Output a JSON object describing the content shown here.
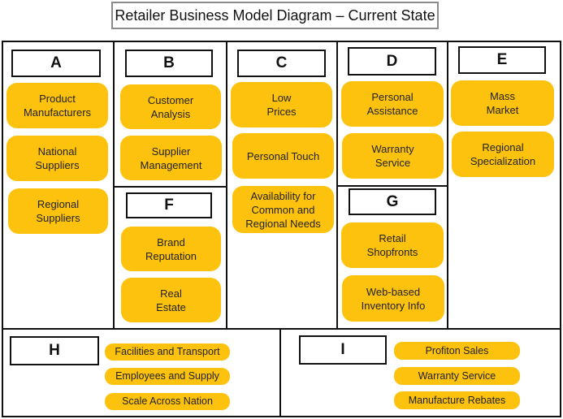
{
  "title": "Retailer Business Model Diagram – Current State",
  "blocks": {
    "A": {
      "label": "A",
      "items": [
        "Product\nManufacturers",
        "National\nSuppliers",
        "Regional\nSuppliers"
      ]
    },
    "B": {
      "label": "B",
      "items": [
        "Customer\nAnalysis",
        "Supplier\nManagement"
      ]
    },
    "C": {
      "label": "C",
      "items": [
        "Low\nPrices",
        "Personal Touch",
        "Availability for\nCommon and\nRegional Needs"
      ]
    },
    "D": {
      "label": "D",
      "items": [
        "Personal\nAssistance",
        "Warranty\nService"
      ]
    },
    "E": {
      "label": "E",
      "items": [
        "Mass\nMarket",
        "Regional\nSpecialization"
      ]
    },
    "F": {
      "label": "F",
      "items": [
        "Brand\nReputation",
        "Real\nEstate"
      ]
    },
    "G": {
      "label": "G",
      "items": [
        "Retail\nShopfronts",
        "Web-based\nInventory Info"
      ]
    },
    "H": {
      "label": "H",
      "items": [
        "Facilities and Transport",
        "Employees and Supply",
        "Scale Across Nation"
      ]
    },
    "I": {
      "label": "I",
      "items": [
        "Profiton Sales",
        "Warranty Service",
        "Manufacture Rebates"
      ]
    }
  }
}
